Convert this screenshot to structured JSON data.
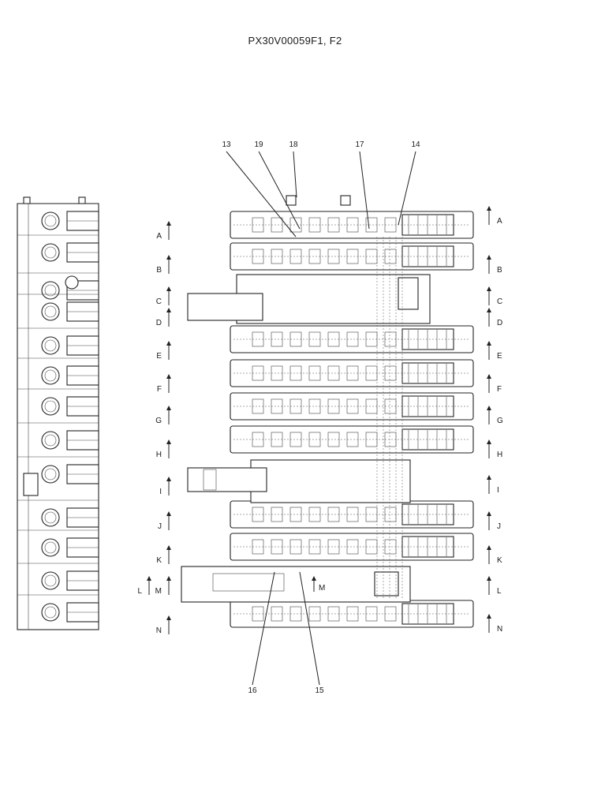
{
  "title": "PX30V00059F1, F2",
  "part_numbers": {
    "top": [
      "13",
      "19",
      "18",
      "17",
      "14"
    ],
    "bottom": [
      "16",
      "15"
    ]
  },
  "section_labels": {
    "left": [
      "A",
      "B",
      "C",
      "D",
      "E",
      "F",
      "G",
      "H",
      "I",
      "J",
      "K",
      "L",
      "M",
      "N"
    ],
    "right": [
      "A",
      "B",
      "C",
      "D",
      "E",
      "F",
      "G",
      "H",
      "I",
      "J",
      "K",
      "L",
      "N"
    ],
    "inner": "M"
  }
}
